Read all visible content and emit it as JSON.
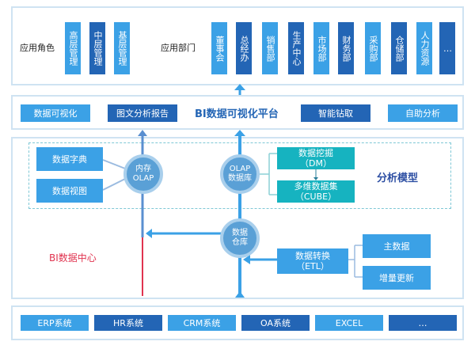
{
  "top": {
    "roles_label": "应用角色",
    "roles": [
      "高层管理",
      "中层管理",
      "基层管理"
    ],
    "depts_label": "应用部门",
    "depts": [
      "董事会",
      "总经办",
      "销售部",
      "生产中心",
      "市场部",
      "财务部",
      "采购部",
      "仓储部",
      "人力资源",
      "…"
    ]
  },
  "platform": {
    "title": "BI数据可视化平台",
    "buttons": [
      "数据可视化",
      "图文分析报告",
      "智能钻取",
      "自助分析"
    ]
  },
  "center": {
    "title": "BI数据中心",
    "model_title": "分析模型",
    "left_blocks": [
      "数据字典",
      "数据视图"
    ],
    "circle_olap_mem": "内存\nOLAP",
    "circle_olap_db": "OLAP\n数据库",
    "circle_dw": "数据\n仓库",
    "teal_blocks": [
      "数据挖掘\n（DM）",
      "多维数据集\n（CUBE）"
    ],
    "etl": "数据转换\n（ETL）",
    "right_blocks": [
      "主数据",
      "增量更新"
    ]
  },
  "sources": [
    "ERP系统",
    "HR系统",
    "CRM系统",
    "OA系统",
    "EXCEL",
    "…"
  ],
  "colors": {
    "mid": "#3ba1e6",
    "dark": "#2365b5",
    "teal": "#16b3c0",
    "red": "#e0334f",
    "border": "#cfe3f2"
  }
}
